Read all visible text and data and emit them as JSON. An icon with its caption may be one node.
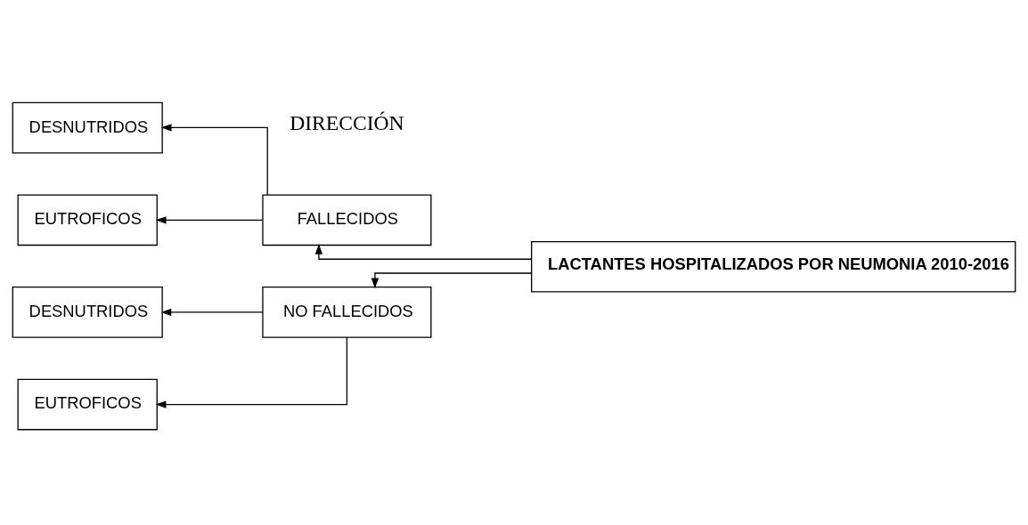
{
  "diagram": {
    "nodes": [
      {
        "text": [
          "LACTANTES HOSPITALIZADOS POR NEUMONIA 2010-2016"
        ]
      },
      {
        "text": [
          "FALLECIDOS"
        ]
      },
      {
        "text": [
          "NO FALLECIDOS"
        ]
      },
      {
        "text": [
          "DESNUTRIDOS"
        ]
      },
      {
        "text": [
          "EUTROFICOS"
        ]
      },
      {
        "text": [
          "DESNUTRIDOS"
        ]
      },
      {
        "text": [
          "EUTROFICOS"
        ]
      }
    ],
    "edges": [
      {
        "from": 0,
        "to": 1,
        "arrow": "to"
      },
      {
        "from": 0,
        "to": 2,
        "arrow": "to"
      },
      {
        "from": 1,
        "to": 3,
        "arrow": "to"
      },
      {
        "from": 1,
        "to": 4,
        "arrow": "to"
      },
      {
        "from": 2,
        "to": 5,
        "arrow": "to"
      },
      {
        "from": 2,
        "to": 6,
        "arrow": "to"
      }
    ],
    "labels": [
      "DIRECCIÓN"
    ]
  }
}
